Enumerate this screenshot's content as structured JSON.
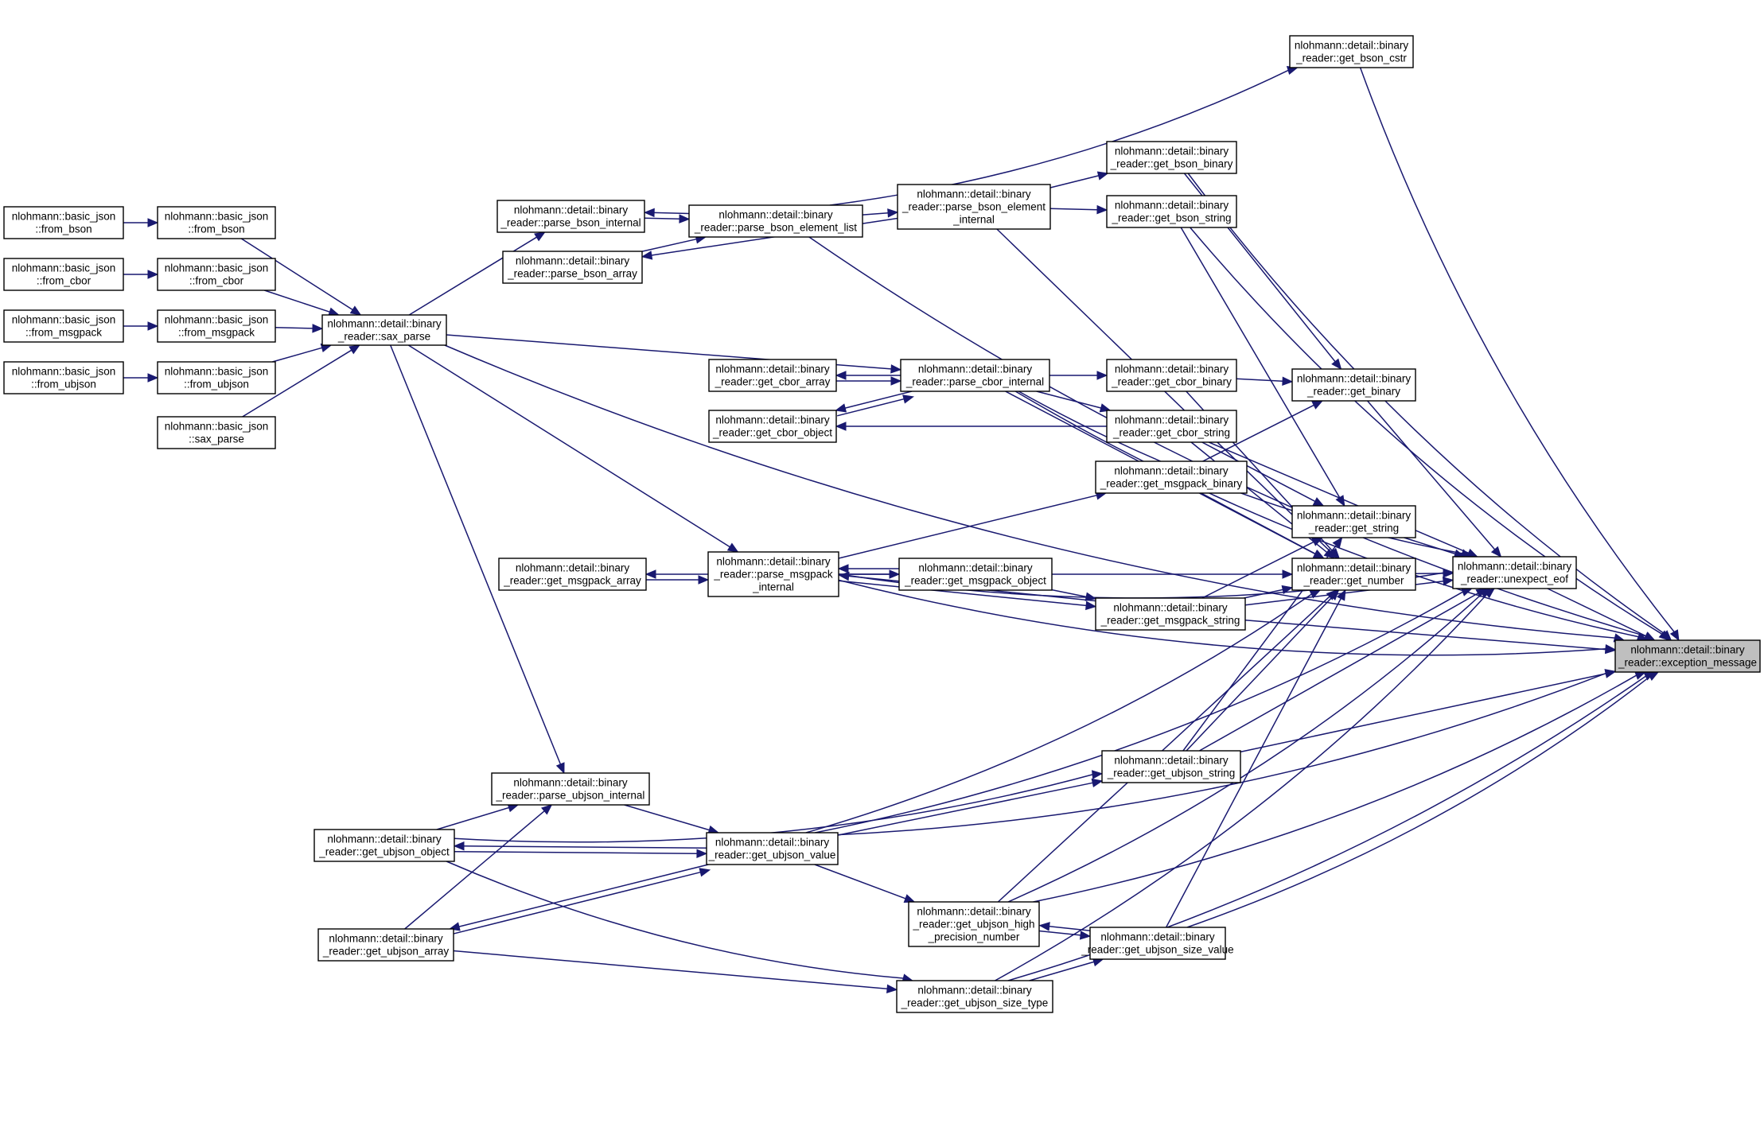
{
  "diagram": {
    "type": "doxygen-caller-graph",
    "colors": {
      "edge": "#191970",
      "node_border": "#000000",
      "node_fill": "#ffffff",
      "highlight_fill": "#bfbfbf"
    },
    "nodes": [
      {
        "id": "n1",
        "lines": [
          "nlohmann::basic_json",
          "::from_bson"
        ]
      },
      {
        "id": "n2",
        "lines": [
          "nlohmann::basic_json",
          "::from_bson"
        ]
      },
      {
        "id": "n3",
        "lines": [
          "nlohmann::basic_json",
          "::from_cbor"
        ]
      },
      {
        "id": "n4",
        "lines": [
          "nlohmann::basic_json",
          "::from_cbor"
        ]
      },
      {
        "id": "n5",
        "lines": [
          "nlohmann::basic_json",
          "::from_msgpack"
        ]
      },
      {
        "id": "n6",
        "lines": [
          "nlohmann::basic_json",
          "::from_msgpack"
        ]
      },
      {
        "id": "n7",
        "lines": [
          "nlohmann::basic_json",
          "::from_ubjson"
        ]
      },
      {
        "id": "n8",
        "lines": [
          "nlohmann::basic_json",
          "::from_ubjson"
        ]
      },
      {
        "id": "n9",
        "lines": [
          "nlohmann::basic_json",
          "::sax_parse"
        ]
      },
      {
        "id": "n10",
        "lines": [
          "nlohmann::detail::binary",
          "_reader::sax_parse"
        ]
      },
      {
        "id": "n11",
        "lines": [
          "nlohmann::detail::binary",
          "_reader::parse_bson_internal"
        ]
      },
      {
        "id": "n12",
        "lines": [
          "nlohmann::detail::binary",
          "_reader::parse_bson_array"
        ]
      },
      {
        "id": "n13",
        "lines": [
          "nlohmann::detail::binary",
          "_reader::parse_bson_element_list"
        ]
      },
      {
        "id": "n14",
        "lines": [
          "nlohmann::detail::binary",
          "_reader::parse_bson_element",
          "_internal"
        ]
      },
      {
        "id": "n15",
        "lines": [
          "nlohmann::detail::binary",
          "_reader::get_bson_cstr"
        ]
      },
      {
        "id": "n16",
        "lines": [
          "nlohmann::detail::binary",
          "_reader::get_bson_binary"
        ]
      },
      {
        "id": "n17",
        "lines": [
          "nlohmann::detail::binary",
          "_reader::get_bson_string"
        ]
      },
      {
        "id": "n18",
        "lines": [
          "nlohmann::detail::binary",
          "_reader::get_cbor_array"
        ]
      },
      {
        "id": "n19",
        "lines": [
          "nlohmann::detail::binary",
          "_reader::get_cbor_object"
        ]
      },
      {
        "id": "n20",
        "lines": [
          "nlohmann::detail::binary",
          "_reader::parse_cbor_internal"
        ]
      },
      {
        "id": "n21",
        "lines": [
          "nlohmann::detail::binary",
          "_reader::get_cbor_binary"
        ]
      },
      {
        "id": "n22",
        "lines": [
          "nlohmann::detail::binary",
          "_reader::get_cbor_string"
        ]
      },
      {
        "id": "n23",
        "lines": [
          "nlohmann::detail::binary",
          "_reader::get_binary"
        ]
      },
      {
        "id": "n24",
        "lines": [
          "nlohmann::detail::binary",
          "_reader::get_msgpack_binary"
        ]
      },
      {
        "id": "n25",
        "lines": [
          "nlohmann::detail::binary",
          "_reader::get_string"
        ]
      },
      {
        "id": "n26",
        "lines": [
          "nlohmann::detail::binary",
          "_reader::get_msgpack_array"
        ]
      },
      {
        "id": "n27",
        "lines": [
          "nlohmann::detail::binary",
          "_reader::parse_msgpack",
          "_internal"
        ]
      },
      {
        "id": "n28",
        "lines": [
          "nlohmann::detail::binary",
          "_reader::get_msgpack_object"
        ]
      },
      {
        "id": "n29",
        "lines": [
          "nlohmann::detail::binary",
          "_reader::get_number"
        ]
      },
      {
        "id": "n30",
        "lines": [
          "nlohmann::detail::binary",
          "_reader::get_msgpack_string"
        ]
      },
      {
        "id": "n31",
        "lines": [
          "nlohmann::detail::binary",
          "_reader::unexpect_eof"
        ]
      },
      {
        "id": "n32",
        "lines": [
          "nlohmann::detail::binary",
          "_reader::exception_message"
        ],
        "highlight": true
      },
      {
        "id": "n33",
        "lines": [
          "nlohmann::detail::binary",
          "_reader::get_ubjson_string"
        ]
      },
      {
        "id": "n34",
        "lines": [
          "nlohmann::detail::binary",
          "_reader::parse_ubjson_internal"
        ]
      },
      {
        "id": "n35",
        "lines": [
          "nlohmann::detail::binary",
          "_reader::get_ubjson_object"
        ]
      },
      {
        "id": "n36",
        "lines": [
          "nlohmann::detail::binary",
          "_reader::get_ubjson_value"
        ]
      },
      {
        "id": "n37",
        "lines": [
          "nlohmann::detail::binary",
          "_reader::get_ubjson_array"
        ]
      },
      {
        "id": "n38",
        "lines": [
          "nlohmann::detail::binary",
          "_reader::get_ubjson_high",
          "_precision_number"
        ]
      },
      {
        "id": "n39",
        "lines": [
          "nlohmann::detail::binary",
          "_reader::get_ubjson_size_value"
        ]
      },
      {
        "id": "n40",
        "lines": [
          "nlohmann::detail::binary",
          "_reader::get_ubjson_size_type"
        ]
      }
    ]
  }
}
